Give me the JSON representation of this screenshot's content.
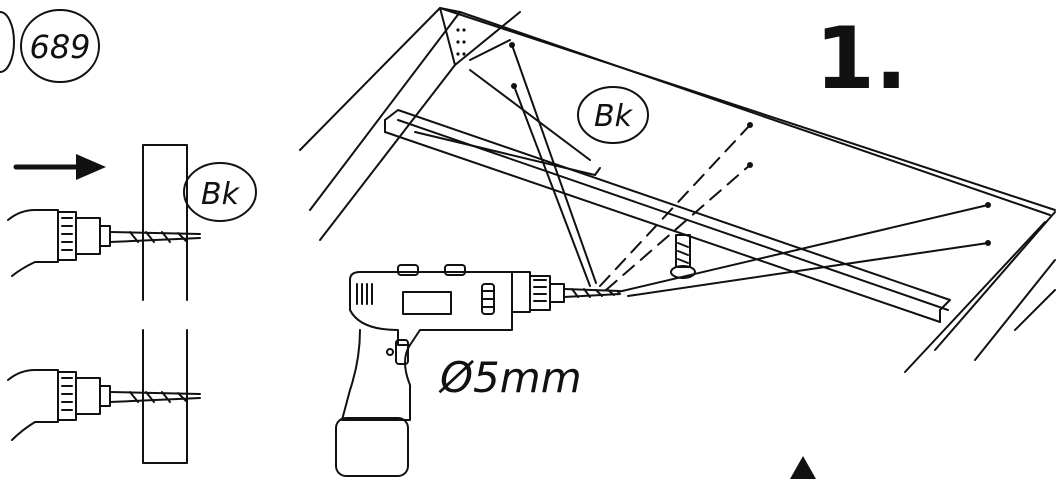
{
  "diagram": {
    "part_number": "689",
    "panel_code": "Bk",
    "panel_code_detail": "Bk",
    "step_number": "1.",
    "drill_bit_size": "Ø5mm"
  },
  "colors": {
    "ink": "#111111",
    "background": "#ffffff"
  }
}
